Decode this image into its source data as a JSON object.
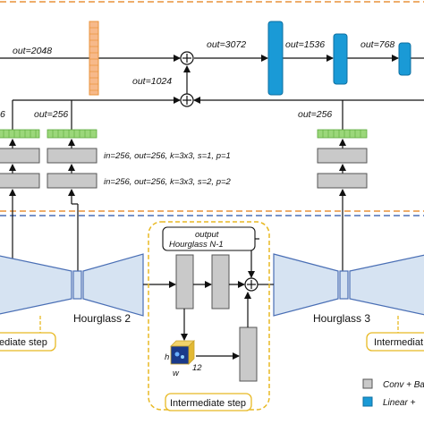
{
  "colors": {
    "blue_block": "#1a9ad6",
    "orange_feature": "#f7b98a",
    "green_feature": "#9bd77a",
    "gray_block": "#c9c9c9",
    "hourglass_fill": "#d6e3f2",
    "orange_dash": "#e8923a",
    "blue_dash": "#4a6fb5",
    "yellow_dash": "#e8b923"
  },
  "top": {
    "out_2048": "out=2048",
    "out_3072": "out=3072",
    "out_1536": "out=1536",
    "out_768": "out=768",
    "out_1024": "out=1024",
    "out_256_left_cut": "6",
    "out_256_a": "out=256",
    "out_256_b": "out=256"
  },
  "conv_params": {
    "row1": "in=256, out=256, k=3x3, s=1, p=1",
    "row2": "in=256, out=256, k=3x3, s=2, p=2"
  },
  "bottom": {
    "hourglass_2": "Hourglass 2",
    "hourglass_3": "Hourglass 3",
    "output_line1": "output",
    "output_line2": "Hourglass N-1",
    "step_center": "Intermediate step",
    "step_left": "ediate step",
    "step_right": "Intermediat",
    "dim_h": "h",
    "dim_w": "w",
    "dim_12": "12"
  },
  "legend": {
    "conv": "Conv + Ba",
    "linear": "Linear +"
  }
}
